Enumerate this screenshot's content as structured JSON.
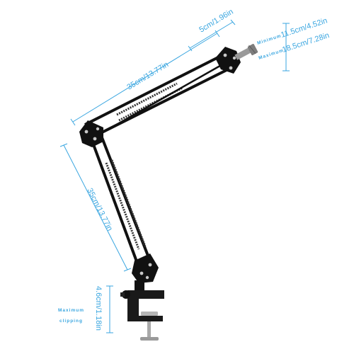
{
  "colors": {
    "dimension": "#3aa6e0",
    "arm": "#111111",
    "metal": "#a9a9a9"
  },
  "dimensions": {
    "mount_length": "5cm/1.96in",
    "upper_arm": "35cm/13.77in",
    "lower_arm": "35cm/13.77in",
    "clamp_opening": "4.6cm/1.18in",
    "minimum_label": "Minimum",
    "minimum_value": "11.5cm/4.52in",
    "maximum_label": "Maximum",
    "maximum_value": "18.5cm/7.28in",
    "max_clipping_line1": "Maximum",
    "max_clipping_line2": "clipping"
  }
}
